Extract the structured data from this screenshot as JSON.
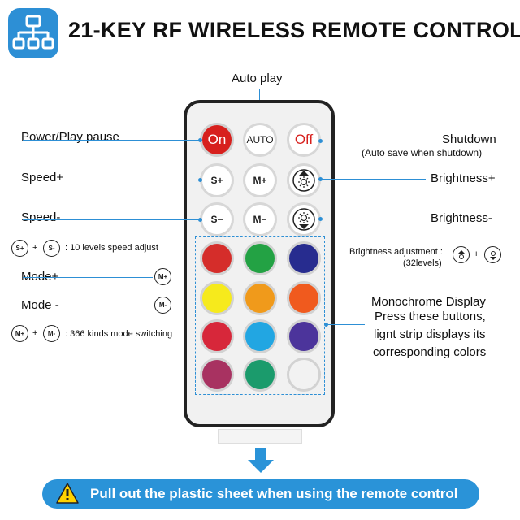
{
  "header": {
    "title": "21-KEY RF WIRELESS REMOTE CONTROL",
    "icon": "network-diagram-icon",
    "accent_color": "#2d8fd5"
  },
  "buttons": {
    "on": "On",
    "auto": "AUTO",
    "off": "Off",
    "speed_up": "S+",
    "mode_up": "M+",
    "speed_down": "S−",
    "mode_down": "M−",
    "brightness_up_icon": "sun-up-icon",
    "brightness_down_icon": "sun-down-icon"
  },
  "color_buttons": [
    [
      "#d52d2a",
      "#23a244",
      "#272c8f"
    ],
    [
      "#f6ea1c",
      "#f09a1b",
      "#f05a1e"
    ],
    [
      "#d7273a",
      "#22a6e2",
      "#4c349b"
    ],
    [
      "#a83261",
      "#1b9b6c",
      "#f2f2f2"
    ]
  ],
  "labels": {
    "auto_play": "Auto play",
    "power": "Power/Play pause",
    "speed_plus": "Speed+",
    "speed_minus": "Speed-",
    "speed_adjust": ": 10 levels speed adjust",
    "mode_plus": "Mode+",
    "mode_minus": "Mode -",
    "mode_switch": ": 366 kinds mode switching",
    "shutdown": "Shutdown",
    "shutdown_note": "(Auto save when shutdown)",
    "brightness_plus": "Brightness+",
    "brightness_minus": "Brightness-",
    "brightness_adjust": "Brightness adjustment :",
    "brightness_levels": "(32levels)",
    "mono_1": "Monochrome Display",
    "mono_2": "Press these buttons,",
    "mono_3": "lignt strip displays its",
    "mono_4": "corresponding colors",
    "mini_s_plus": "S+",
    "mini_s_minus": "S-",
    "mini_m_plus": "M+",
    "mini_m_minus": "M-",
    "plus": "+"
  },
  "banner": {
    "text": "Pull out the plastic sheet when using the remote control",
    "icon": "warning-icon"
  }
}
